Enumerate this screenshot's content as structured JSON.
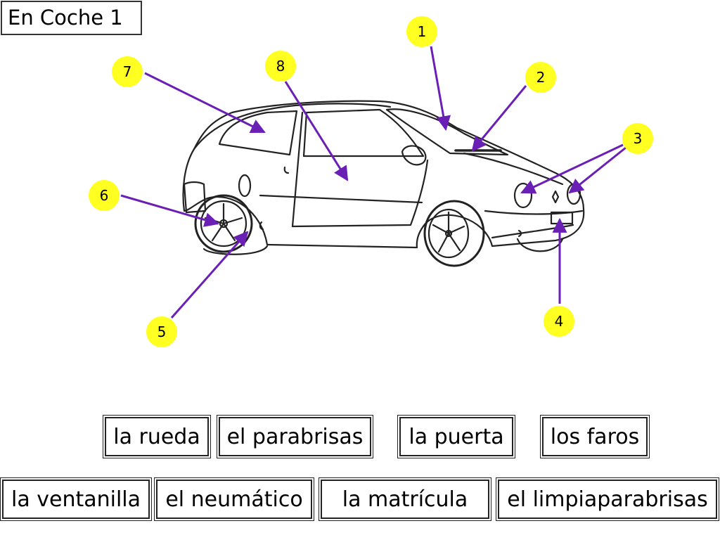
{
  "title": "En Coche 1",
  "markers": [
    "1",
    "2",
    "3",
    "4",
    "5",
    "6",
    "7",
    "8"
  ],
  "word_bank": {
    "row1": [
      "la rueda",
      "el parabrisas",
      "la puerta",
      "los faros"
    ],
    "row2": [
      "la ventanilla",
      "el neumático",
      "la matrícula",
      "el limpiaparabrisas"
    ]
  },
  "colors": {
    "marker_fill": "#ffff22",
    "arrow": "#6a1fb5",
    "outline": "#222222"
  },
  "illustration": "car-line-drawing"
}
